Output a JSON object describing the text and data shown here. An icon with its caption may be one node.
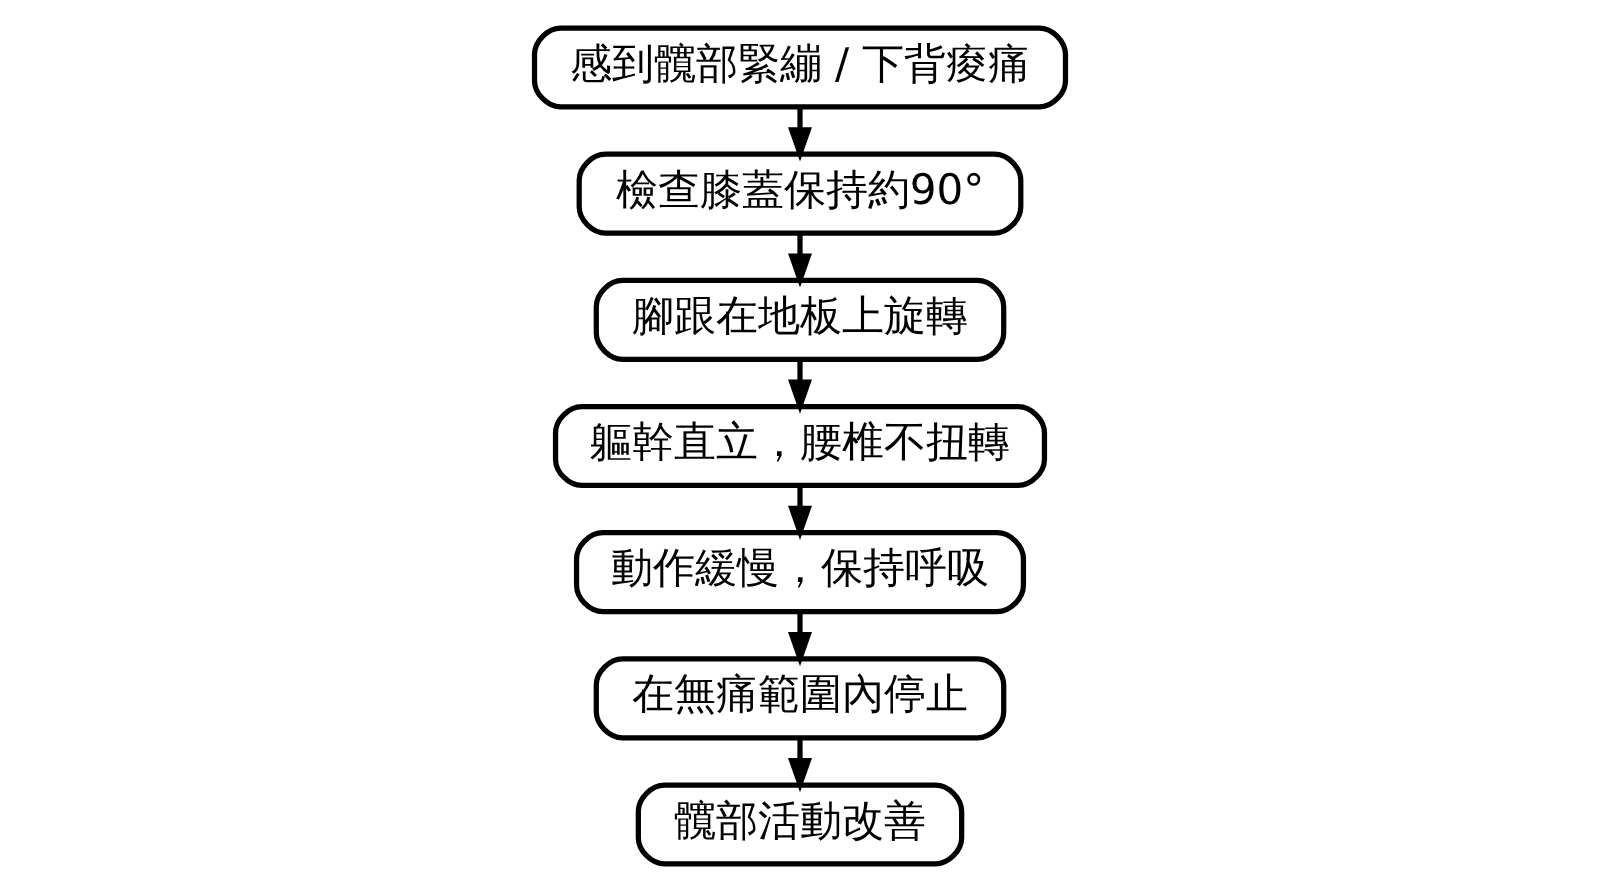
{
  "diagram": {
    "nodes": [
      {
        "text": [
          "感到髖部緊繃 / 下背痠痛"
        ]
      },
      {
        "text": [
          "檢查膝蓋保持約90°"
        ]
      },
      {
        "text": [
          "腳跟在地板上旋轉"
        ]
      },
      {
        "text": [
          "軀幹直立，腰椎不扭轉"
        ]
      },
      {
        "text": [
          "動作緩慢，保持呼吸"
        ]
      },
      {
        "text": [
          "在無痛範圍內停止"
        ]
      },
      {
        "text": [
          "髖部活動改善"
        ]
      }
    ],
    "edges": [
      {
        "from": 0,
        "to": 1,
        "arrow": "to"
      },
      {
        "from": 1,
        "to": 2,
        "arrow": "to"
      },
      {
        "from": 2,
        "to": 3,
        "arrow": "to"
      },
      {
        "from": 3,
        "to": 4,
        "arrow": "to"
      },
      {
        "from": 4,
        "to": 5,
        "arrow": "to"
      },
      {
        "from": 5,
        "to": 6,
        "arrow": "to"
      }
    ]
  }
}
